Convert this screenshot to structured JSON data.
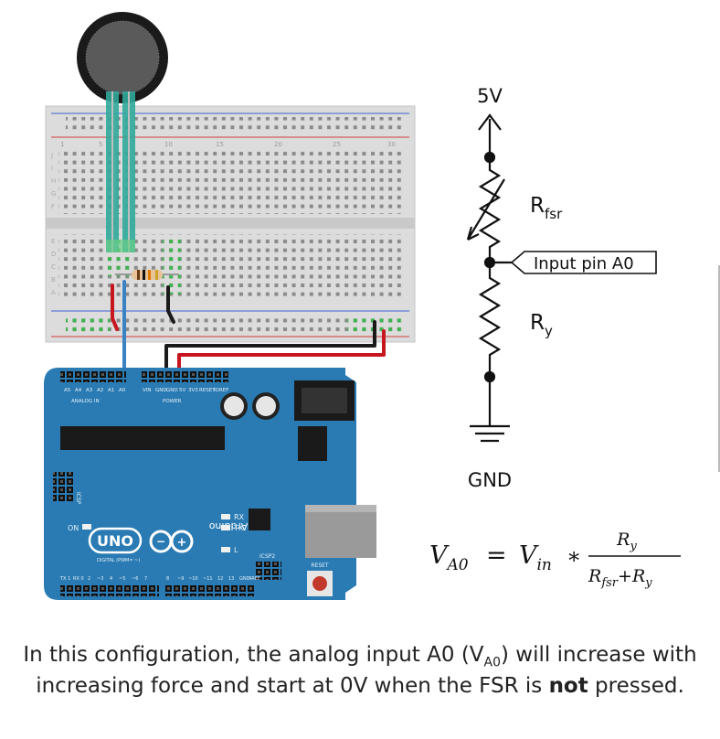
{
  "breadboard": {
    "column_numbers": [
      "1",
      "5",
      "10",
      "15",
      "20",
      "25",
      "30"
    ],
    "row_letters_top": [
      "J",
      "I",
      "H",
      "G",
      "F"
    ],
    "row_letters_bottom": [
      "E",
      "D",
      "C",
      "B",
      "A"
    ]
  },
  "arduino": {
    "analog_header": "ANALOG IN",
    "analog_pins": [
      "A5",
      "A4",
      "A3",
      "A2",
      "A1",
      "A0"
    ],
    "power_header": "POWER",
    "power_pins": [
      "VIN",
      "GND",
      "GND",
      "5V",
      "3V3",
      "RESET",
      "IOREF"
    ],
    "brand": "Arduino",
    "model": "UNO",
    "on_label": "ON",
    "rx_label": "RX",
    "tx_label": "TX",
    "l_label": "L",
    "icsp_label": "ICSP",
    "icsp2_label": "ICSP2",
    "digital_label": "DIGITAL (PWM= ~)",
    "reset_label": "RESET",
    "aref_label": "AREF",
    "gnd_label": "GND",
    "digital_pins_left": [
      "TX 1",
      "RX 0",
      "2",
      "~3",
      "4",
      "~5",
      "~6",
      "7"
    ],
    "digital_pins_right": [
      "8",
      "~9",
      "~10",
      "~11",
      "12",
      "13"
    ]
  },
  "schematic": {
    "supply_label": "5V",
    "fsr_label": "R",
    "fsr_sub": "fsr",
    "input_label": "Input pin A0",
    "ry_label": "R",
    "ry_sub": "y",
    "ground_label": "GND"
  },
  "formula": {
    "lhs_var": "V",
    "lhs_sub": "A0",
    "equals": "=",
    "vin": "V",
    "vin_sub": "in",
    "times": "∗",
    "num_var": "R",
    "num_sub": "y",
    "den_var1": "R",
    "den_sub1": "fsr",
    "plus": "+",
    "den_var2": "R",
    "den_sub2": "y"
  },
  "caption": {
    "l1_a": "In this configuration, the analog input A0 (V",
    "l1_sub": "A0",
    "l1_b": ") will increase with",
    "l2_a": "increasing force and start at 0V when the FSR is ",
    "l2_bold": "not",
    "l2_b": " pressed."
  },
  "colors": {
    "board": "#2a7bb3",
    "wire_red": "#c8161e",
    "wire_black": "#1a1a1a",
    "wire_blue": "#3b82c4",
    "fsr_leads": "#2fa89a"
  }
}
